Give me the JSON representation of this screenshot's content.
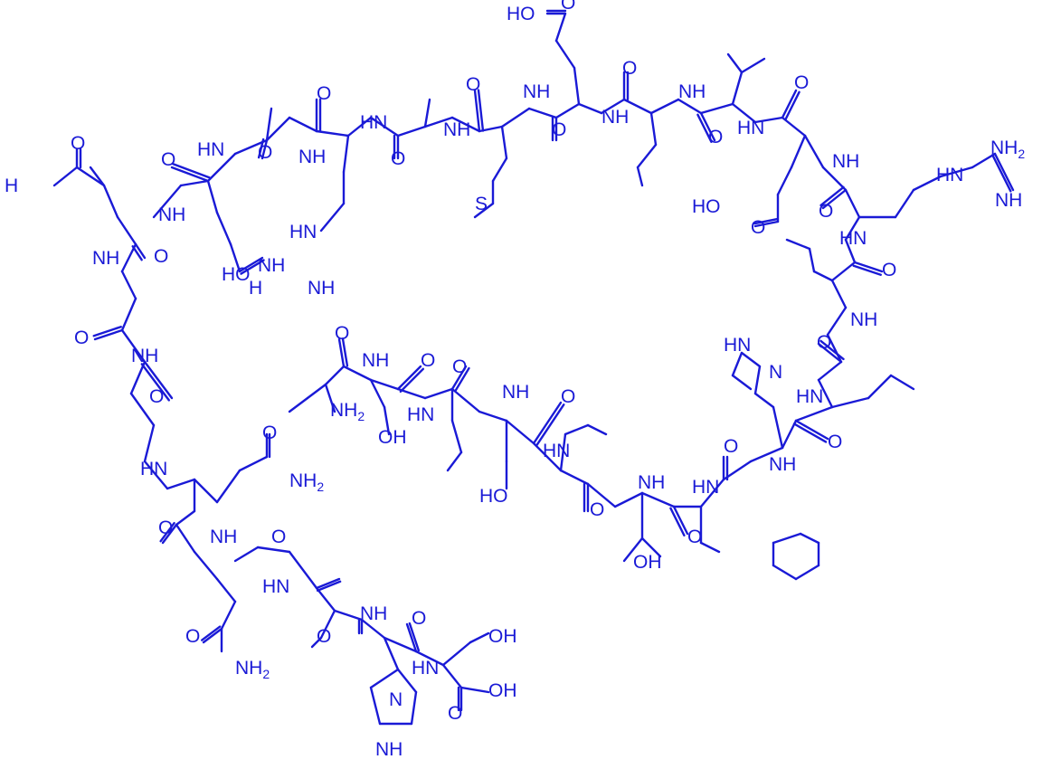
{
  "colors": {
    "ink": "#1a1ad6",
    "background": "#ffffff"
  },
  "diagram": {
    "labels": {
      "O": "O",
      "OH": "OH",
      "HO": "HO",
      "NH": "NH",
      "HN": "HN",
      "N": "N",
      "H": "H",
      "S": "S",
      "NH2": "NH",
      "H2N": "H",
      "two": "2",
      "guan_nh2": "NH",
      "imid_nh": "HN",
      "imid_n": "N",
      "nh2_a": "NH",
      "h2n_a": "N"
    }
  }
}
